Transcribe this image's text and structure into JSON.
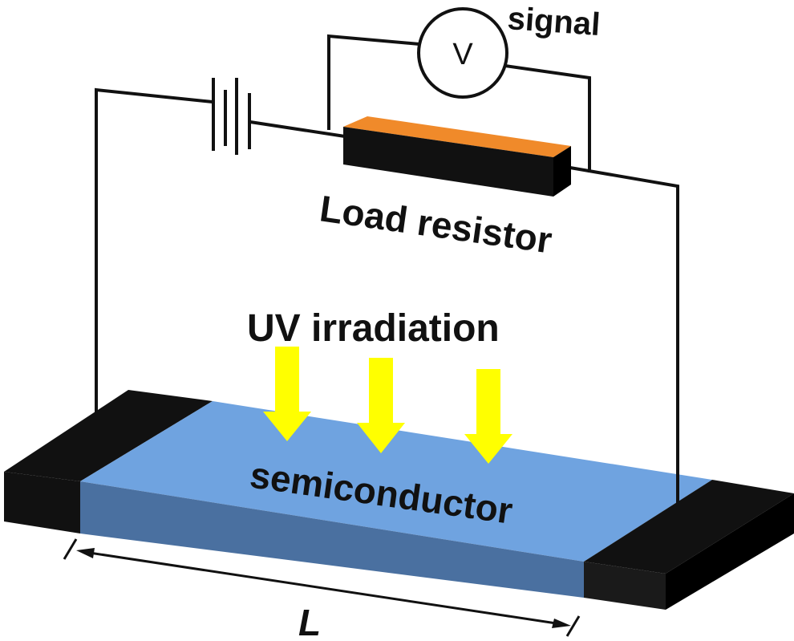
{
  "labels": {
    "voltmeter": "V",
    "signal": "signal",
    "load_resistor": "Load resistor",
    "uv": "UV irradiation",
    "semiconductor": "semiconductor",
    "length": "L"
  },
  "colors": {
    "wire": "#111111",
    "semiconductor_top": "#6fa3e0",
    "semiconductor_front": "#4a70a0",
    "electrode": "#111111",
    "electrode_side": "#222222",
    "resistor_top": "#f08a2a",
    "resistor_body": "#111111",
    "uv_arrow": "#ffff00",
    "text": "#111111"
  },
  "icons": {
    "battery": "battery-icon",
    "voltmeter": "voltmeter-icon",
    "uv_arrows": "down-arrow-icon"
  }
}
